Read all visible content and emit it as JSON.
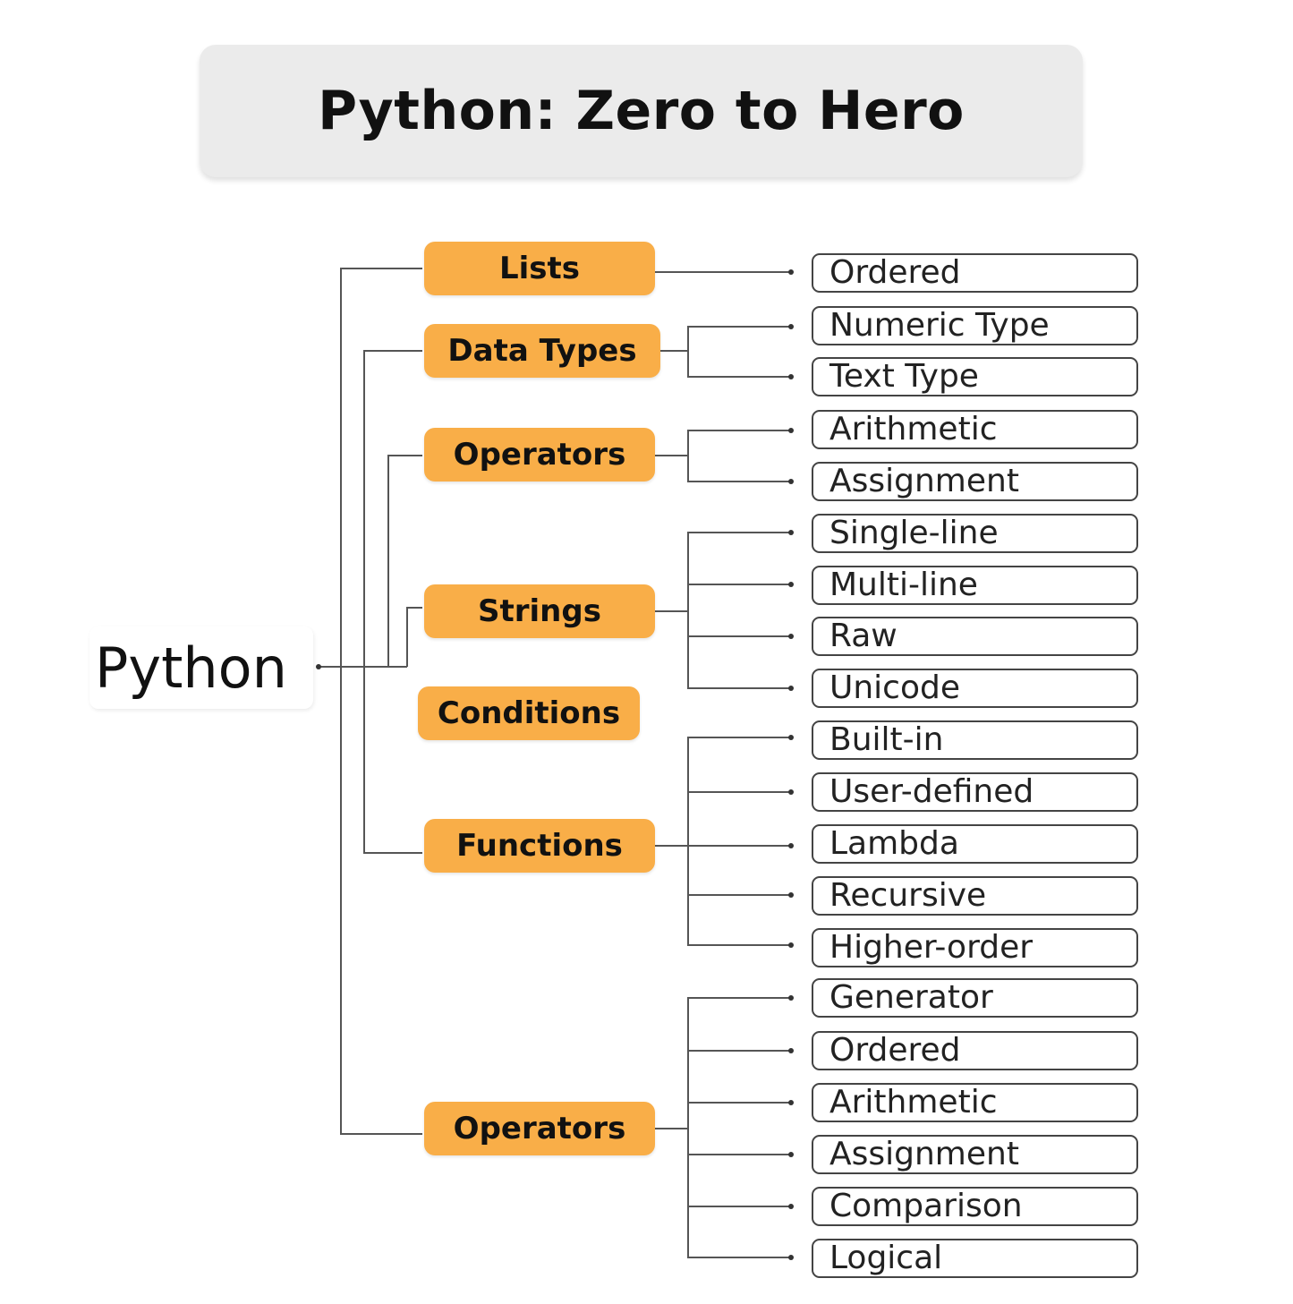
{
  "title": "Python: Zero to Hero",
  "root": "Python",
  "colors": {
    "category_fill": "#f9ae48",
    "title_fill": "#ebebeb",
    "line": "#555555"
  },
  "categories": [
    {
      "label": "Lists",
      "items": [
        "Ordered"
      ]
    },
    {
      "label": "Data Types",
      "items": [
        "Numeric Type",
        "Text Type"
      ]
    },
    {
      "label": "Operators",
      "items": [
        "Arithmetic",
        "Assignment"
      ]
    },
    {
      "label": "Strings",
      "items": [
        "Single-line",
        "Multi-line",
        "Raw",
        "Unicode"
      ]
    },
    {
      "label": "Conditions",
      "items": []
    },
    {
      "label": "Functions",
      "items": [
        "Built-in",
        "User-defined",
        "Lambda",
        "Recursive",
        "Higher-order"
      ]
    },
    {
      "label": "Operators",
      "items": [
        "Generator",
        "Ordered",
        "Arithmetic",
        "Assignment",
        "Comparison",
        "Logical"
      ]
    }
  ]
}
